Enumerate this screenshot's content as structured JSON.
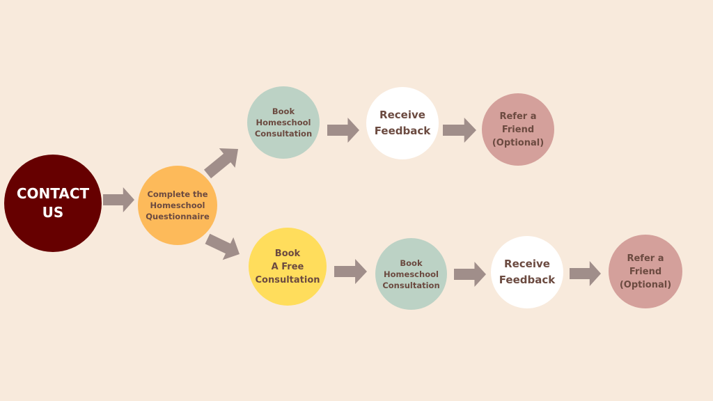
{
  "colors": {
    "background": "#F8EADC",
    "arrow": "#A08E8A",
    "text": "#6B4A40",
    "contact": "#660000",
    "questionnaire": "#FDBA5A",
    "homeschool": "#BCD2C5",
    "feedback": "#FFFFFF",
    "refer": "#D4A09B",
    "free": "#FFDD5C"
  },
  "nodes": {
    "contact": "CONTACT\nUS",
    "questionnaire": "Complete the\nHomeschool\nQuestionnaire",
    "top_book_homeschool": "Book\nHomeschool\nConsultation",
    "top_receive_feedback": "Receive\nFeedback",
    "top_refer": "Refer a\nFriend\n(Optional)",
    "bottom_book_free": "Book\nA Free\nConsultation",
    "bottom_book_homeschool": "Book\nHomeschool\nConsultation",
    "bottom_receive_feedback": "Receive\nFeedback",
    "bottom_refer": "Refer a\nFriend\n(Optional)"
  }
}
